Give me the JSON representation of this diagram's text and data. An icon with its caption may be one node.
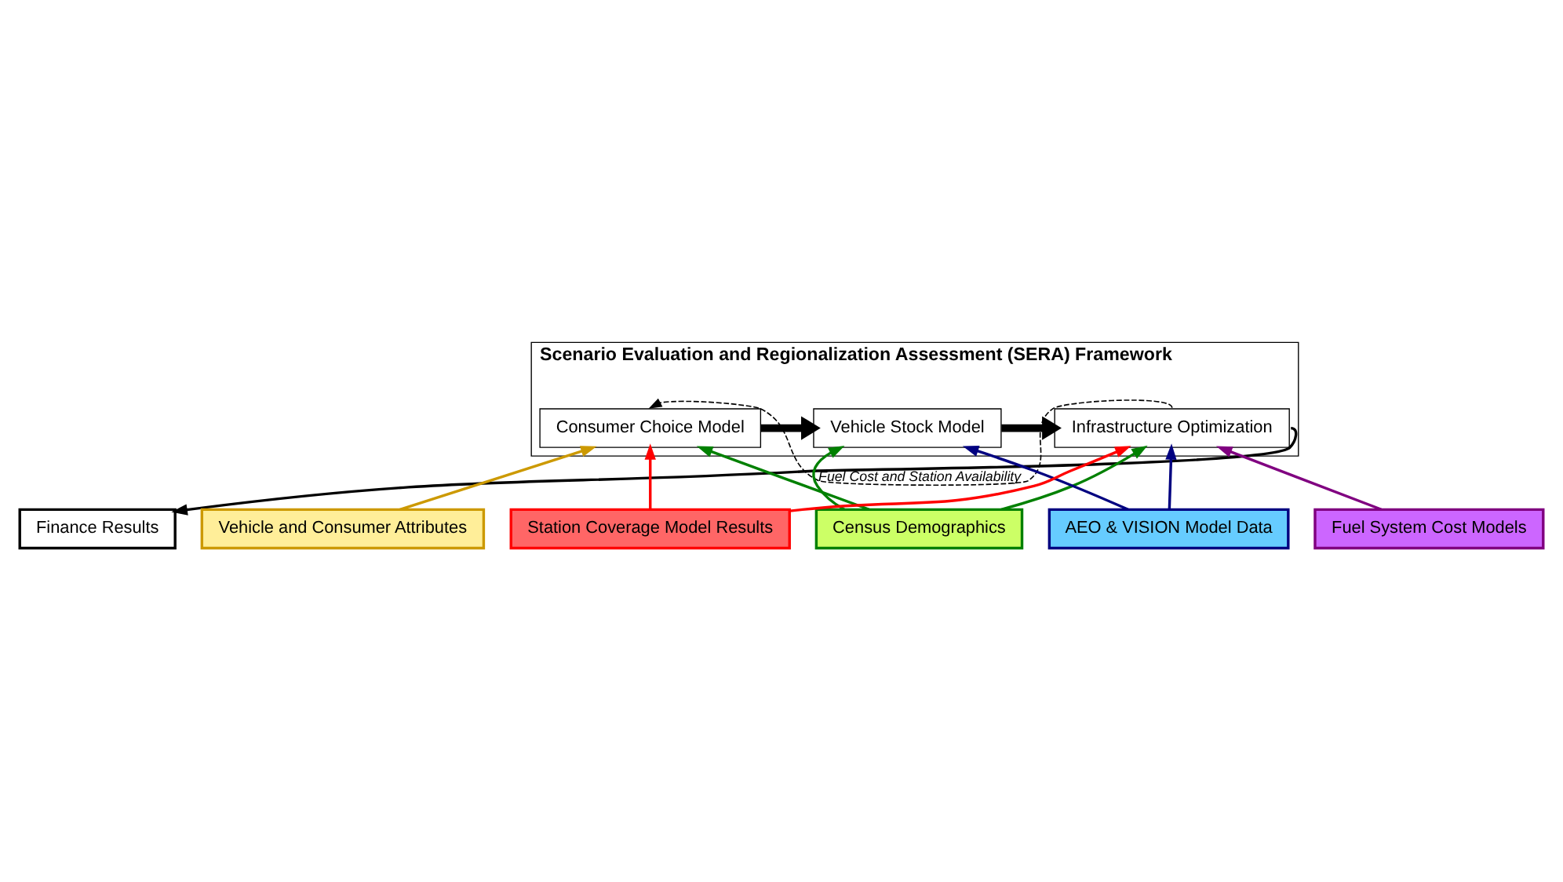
{
  "diagram": {
    "nodes": [
      {
        "text": [
          "Scenario Evaluation and Regionalization Assessment (SERA) Framework"
        ]
      },
      {
        "text": [
          "Consumer Choice Model"
        ],
        "in": 0
      },
      {
        "text": [
          "Vehicle Stock Model"
        ],
        "in": 0
      },
      {
        "text": [
          "Infrastructure Optimization"
        ],
        "in": 0
      },
      {
        "text": [
          "Vehicle and Consumer Attributes"
        ]
      },
      {
        "text": [
          "Census Demographics"
        ]
      },
      {
        "text": [
          "AEO & VISION Model Data"
        ]
      },
      {
        "text": [
          "Finance Results"
        ]
      },
      {
        "text": [
          "Station Coverage Model Results"
        ]
      },
      {
        "text": [
          "Fuel System Cost Models"
        ]
      }
    ],
    "edges": [
      {
        "from": 1,
        "to": 2,
        "arrow": "to",
        "style": "thick"
      },
      {
        "from": 2,
        "to": 3,
        "arrow": "to",
        "style": "thick"
      },
      {
        "from": 3,
        "to": 1,
        "arrow": "to",
        "style": "dashed",
        "label": "Fuel Cost and Station Availability"
      },
      {
        "from": 3,
        "to": 7,
        "arrow": "to"
      },
      {
        "from": 4,
        "to": 1,
        "arrow": "to",
        "color": "#cc9900"
      },
      {
        "from": 8,
        "to": 1,
        "arrow": "to",
        "color": "#ff0000"
      },
      {
        "from": 5,
        "to": 1,
        "arrow": "to",
        "color": "#008000"
      },
      {
        "from": 5,
        "to": 2,
        "arrow": "to",
        "color": "#008000"
      },
      {
        "from": 6,
        "to": 2,
        "arrow": "to",
        "color": "#000080"
      },
      {
        "from": 6,
        "to": 3,
        "arrow": "to",
        "color": "#000080"
      },
      {
        "from": 5,
        "to": 3,
        "arrow": "to",
        "color": "#008000"
      },
      {
        "from": 8,
        "to": 3,
        "arrow": "to",
        "color": "#ff0000"
      },
      {
        "from": 9,
        "to": 3,
        "arrow": "to",
        "color": "#800080"
      }
    ]
  }
}
